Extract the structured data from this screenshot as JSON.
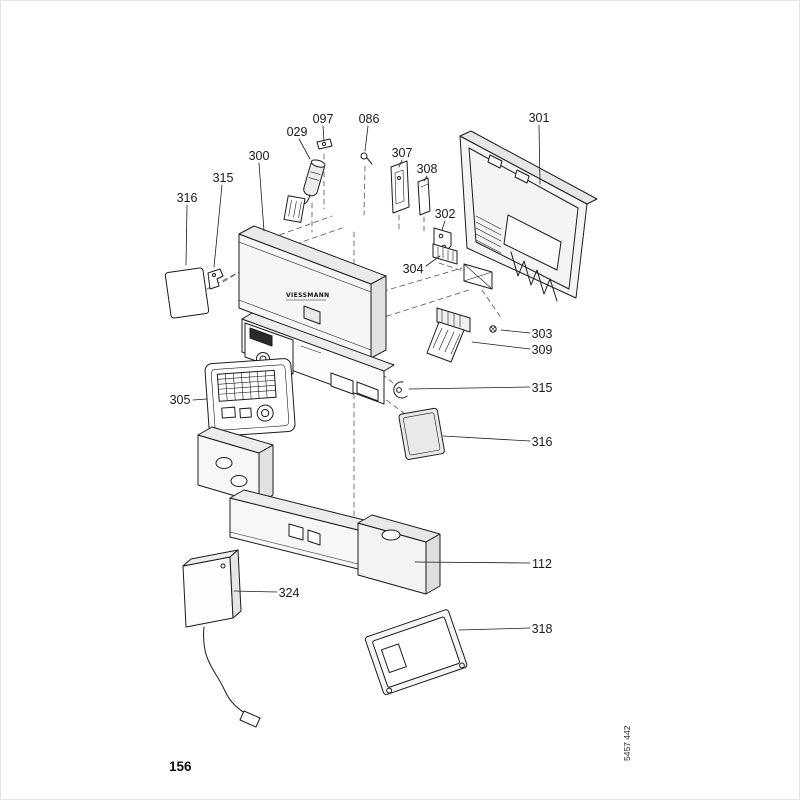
{
  "page": {
    "number": "156",
    "doc_code": "5457 442"
  },
  "brand": {
    "logo": "VIESSMANN"
  },
  "labels": {
    "l029": "029",
    "l086": "086",
    "l097": "097",
    "l112": "112",
    "l300": "300",
    "l301": "301",
    "l302": "302",
    "l303": "303",
    "l304": "304",
    "l305": "305",
    "l307": "307",
    "l308": "308",
    "l309": "309",
    "l315a": "315",
    "l315b": "315",
    "l316a": "316",
    "l316b": "316",
    "l318": "318",
    "l324": "324"
  }
}
